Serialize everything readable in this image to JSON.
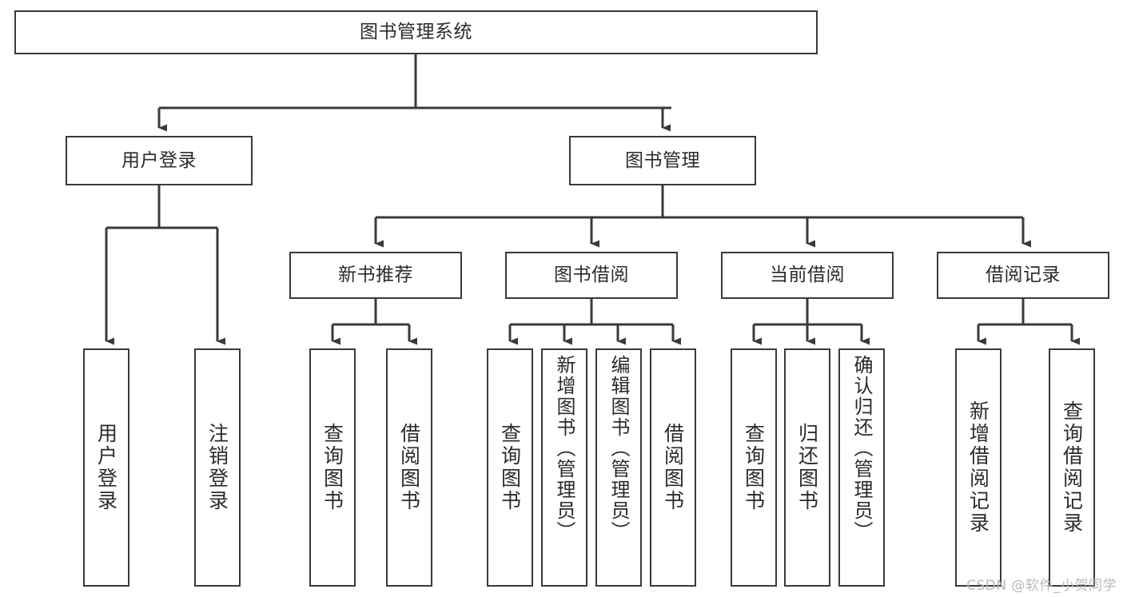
{
  "diagram": {
    "type": "tree-hierarchy",
    "title": "图书管理系统",
    "orientation": "top-down",
    "colors": {
      "stroke": "#3a3a3a",
      "fill": "#ffffff",
      "text": "#2b2b2b",
      "watermark": "#b9b9b9"
    },
    "levels": [
      {
        "level": 1,
        "nodes": [
          {
            "id": "root",
            "label": "图书管理系统",
            "orientation": "horizontal"
          }
        ]
      },
      {
        "level": 2,
        "nodes": [
          {
            "id": "login",
            "label": "用户登录",
            "orientation": "horizontal",
            "parent": "root"
          },
          {
            "id": "bookmgmt",
            "label": "图书管理",
            "orientation": "horizontal",
            "parent": "root"
          }
        ]
      },
      {
        "level": 3,
        "nodes": [
          {
            "id": "newbook",
            "label": "新书推荐",
            "orientation": "horizontal",
            "parent": "bookmgmt"
          },
          {
            "id": "borrow",
            "label": "图书借阅",
            "orientation": "horizontal",
            "parent": "bookmgmt"
          },
          {
            "id": "current",
            "label": "当前借阅",
            "orientation": "horizontal",
            "parent": "bookmgmt"
          },
          {
            "id": "records",
            "label": "借阅记录",
            "orientation": "horizontal",
            "parent": "bookmgmt"
          }
        ]
      },
      {
        "level": 4,
        "nodes": [
          {
            "id": "leaf1",
            "label": "用户登录",
            "orientation": "vertical",
            "parent": "login"
          },
          {
            "id": "leaf2",
            "label": "注销登录",
            "orientation": "vertical",
            "parent": "login"
          },
          {
            "id": "leaf3",
            "label": "查询图书",
            "orientation": "vertical",
            "parent": "newbook"
          },
          {
            "id": "leaf4",
            "label": "借阅图书",
            "orientation": "vertical",
            "parent": "newbook"
          },
          {
            "id": "leaf5",
            "label": "查询图书",
            "orientation": "vertical",
            "parent": "borrow"
          },
          {
            "id": "leaf6",
            "label": "新增图书（管理员）",
            "orientation": "vertical",
            "parent": "borrow"
          },
          {
            "id": "leaf7",
            "label": "编辑图书（管理员）",
            "orientation": "vertical",
            "parent": "borrow"
          },
          {
            "id": "leaf8",
            "label": "借阅图书",
            "orientation": "vertical",
            "parent": "borrow"
          },
          {
            "id": "leaf9",
            "label": "查询图书",
            "orientation": "vertical",
            "parent": "current"
          },
          {
            "id": "leaf10",
            "label": "归还图书",
            "orientation": "vertical",
            "parent": "current"
          },
          {
            "id": "leaf11",
            "label": "确认归还（管理员）",
            "orientation": "vertical",
            "parent": "current"
          },
          {
            "id": "leaf12",
            "label": "新增借阅记录",
            "orientation": "vertical",
            "parent": "records"
          },
          {
            "id": "leaf13",
            "label": "查询借阅记录",
            "orientation": "vertical",
            "parent": "records"
          }
        ]
      }
    ]
  },
  "watermark": {
    "text": "CSDN @软件_小贺同学"
  }
}
